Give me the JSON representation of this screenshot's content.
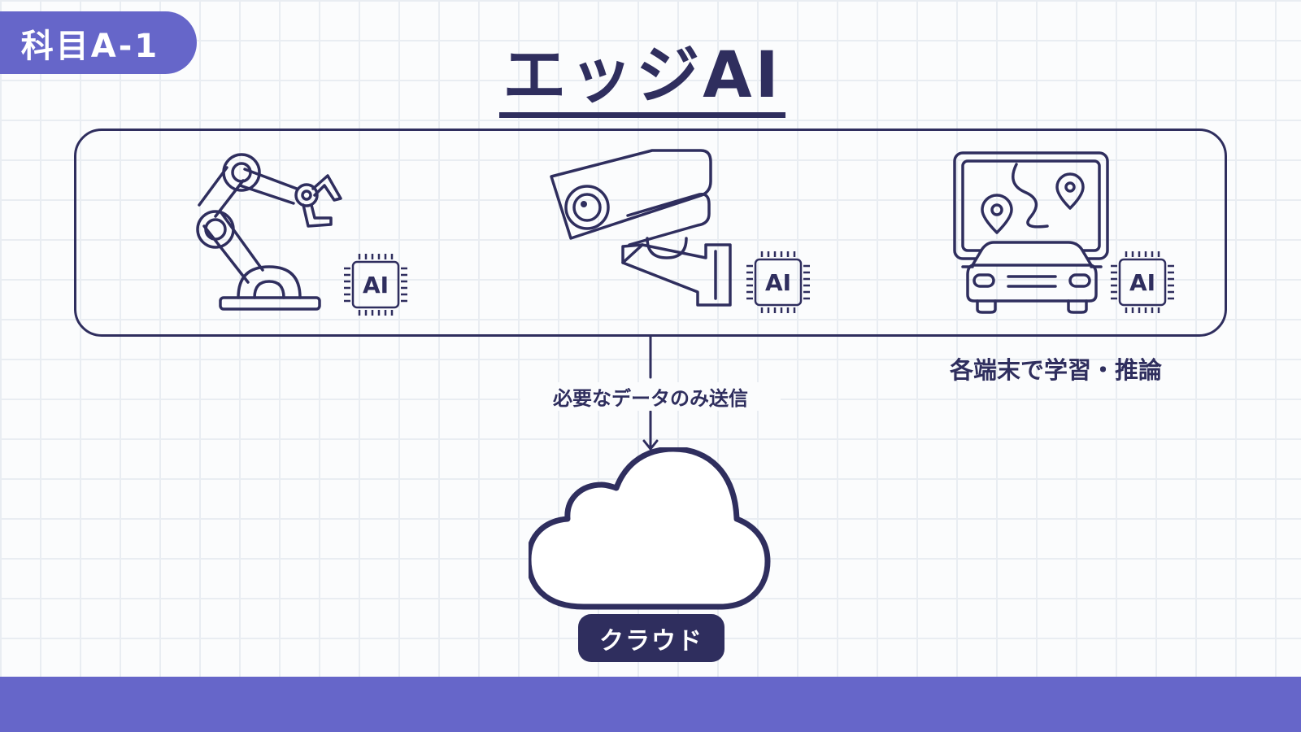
{
  "badge": {
    "label": "科目A-1"
  },
  "title": "エッジAI",
  "devices": {
    "caption": "各端末で学習・推論",
    "chip_label": "AI",
    "items": [
      {
        "icon": "robot-arm-icon"
      },
      {
        "icon": "security-camera-icon"
      },
      {
        "icon": "car-navigation-icon"
      }
    ]
  },
  "connector": {
    "label": "必要なデータのみ送信"
  },
  "cloud": {
    "icon": "cloud-icon",
    "label": "クラウド"
  },
  "colors": {
    "primary": "#2f2e5e",
    "accent": "#6666c9",
    "background": "#fbfcfd",
    "grid": "#e9edf2"
  }
}
